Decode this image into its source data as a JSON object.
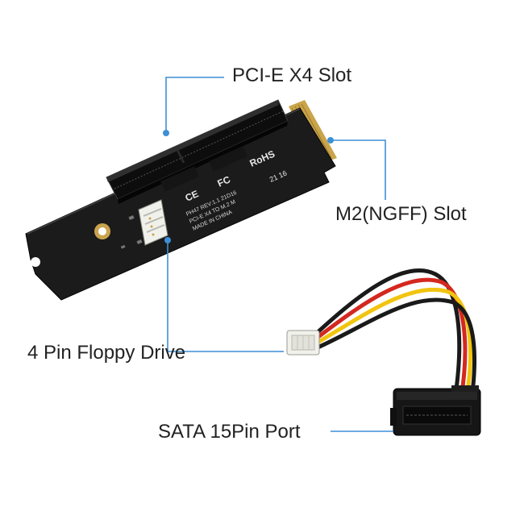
{
  "labels": {
    "pcie_slot": "PCI-E X4 Slot",
    "m2_slot": "M2(NGFF) Slot",
    "floppy": "4 Pin Floppy Drive",
    "sata": "SATA 15Pin Port"
  },
  "board_print": {
    "rohs": "RoHS",
    "fc": "FC",
    "ce": "CE",
    "model": "PH47 REV:1.1 21D16",
    "desc": "PCI-E X4 TO M.2 M",
    "origin": "MADE IN CHINA",
    "date": "21 16"
  },
  "colors": {
    "callout": "#3d8fd6",
    "pcb": "#1b1b1b",
    "gold": "#caa44a",
    "wire_yellow": "#f1c40f",
    "wire_red": "#d4281f",
    "wire_black": "#1a1a1a",
    "connector": "#f1f1ec"
  }
}
